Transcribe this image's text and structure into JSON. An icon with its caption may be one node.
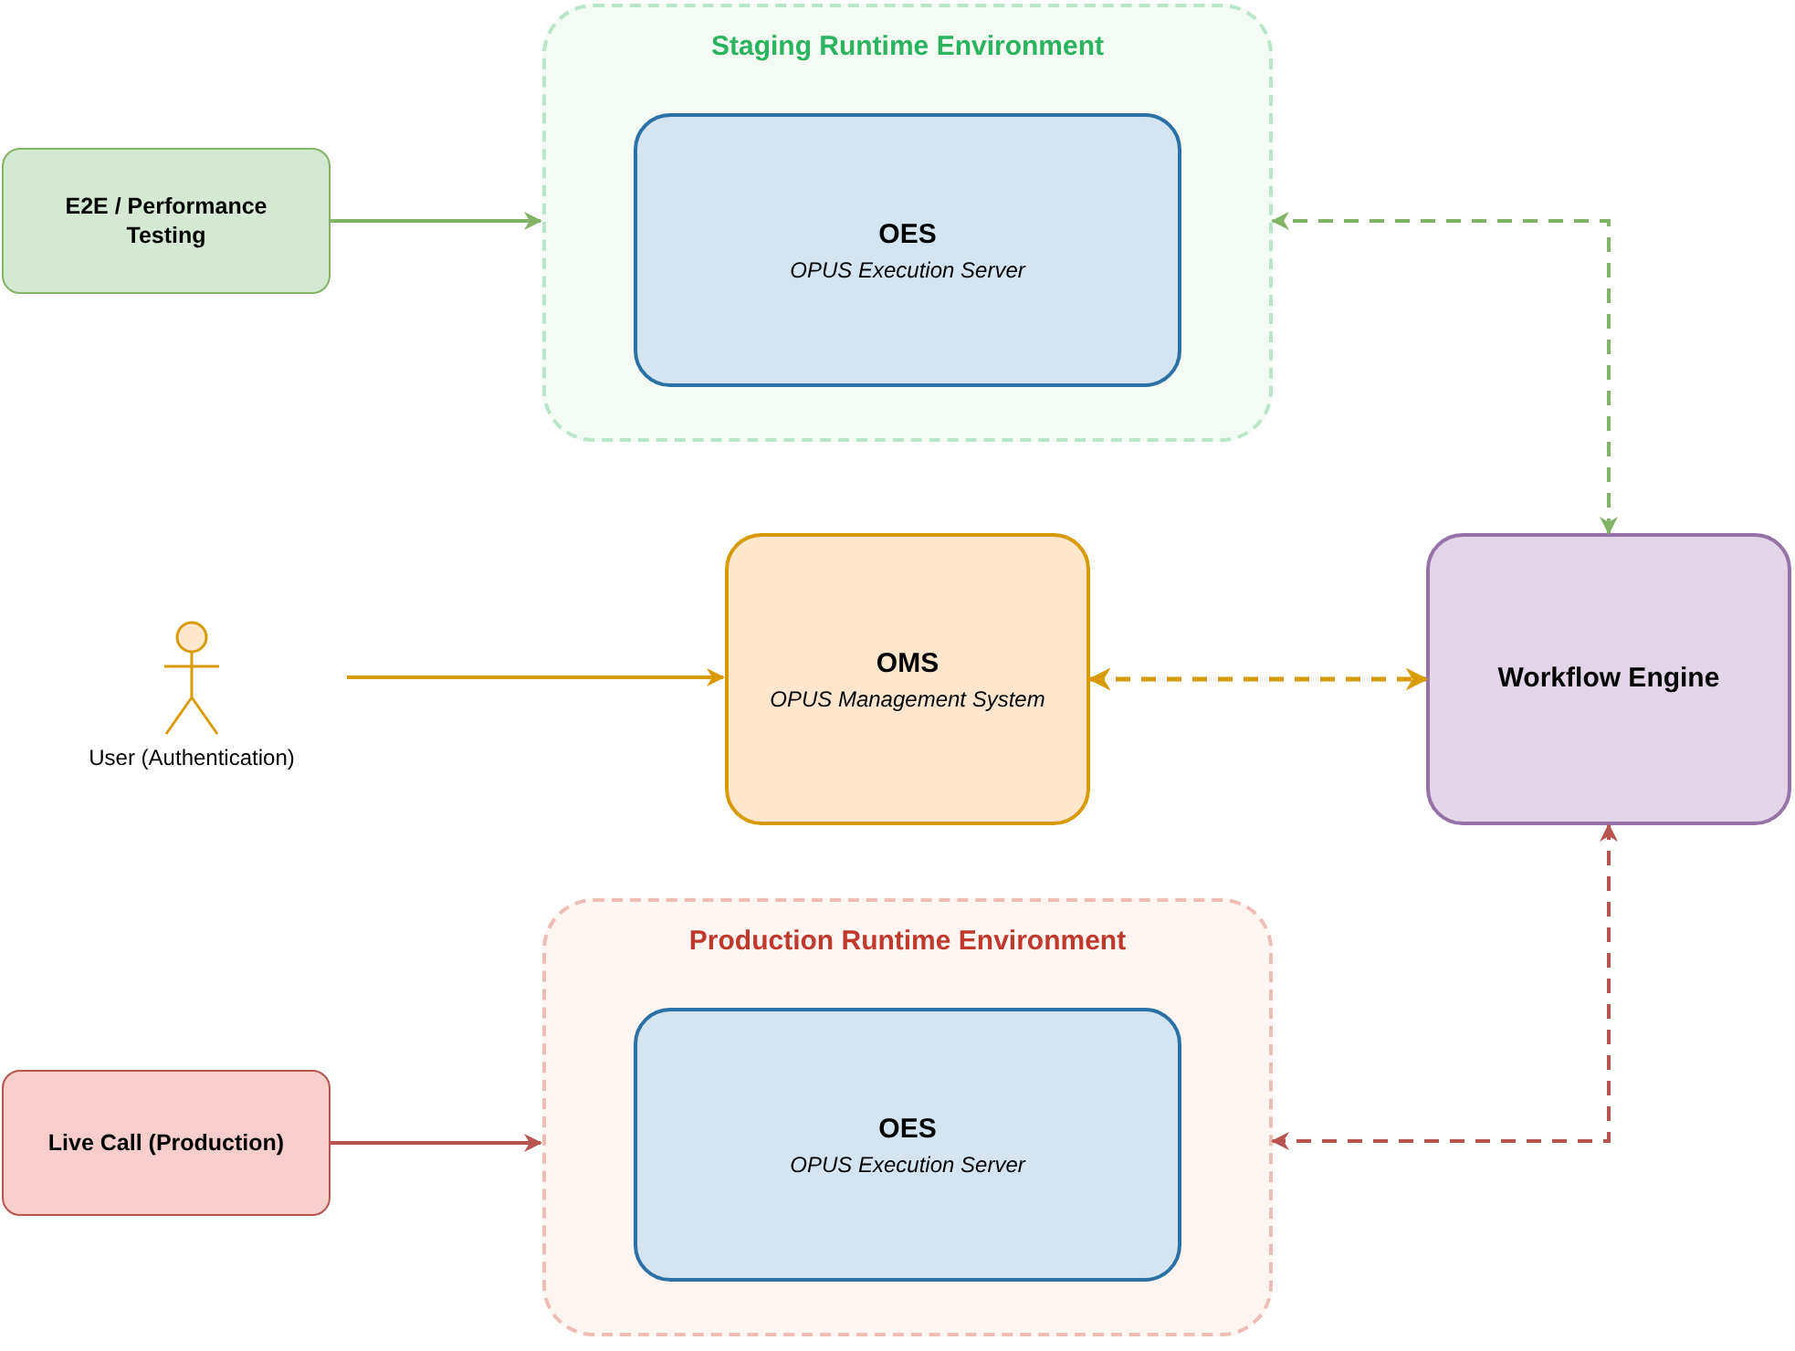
{
  "diagram": {
    "nodes": [
      {
        "text": [
          "Staging Runtime Environment"
        ]
      },
      {
        "text": [
          "OES",
          "OPUS Execution Server"
        ],
        "in": 0
      },
      {
        "text": [
          "E2E / Performance Testing"
        ]
      },
      {
        "text": [
          "User (Authentication)"
        ]
      },
      {
        "text": [
          "OMS",
          "OPUS Management System"
        ]
      },
      {
        "text": [
          "Workflow Engine"
        ]
      },
      {
        "text": [
          "Production Runtime Environment"
        ]
      },
      {
        "text": [
          "OES",
          "OPUS Execution Server"
        ],
        "in": 6
      },
      {
        "text": [
          "Live Call (Production)"
        ]
      }
    ],
    "edges": [
      {
        "from": 2,
        "to": 0,
        "arrow": "to",
        "color": "#82b366"
      },
      {
        "from": 5,
        "to": 0,
        "arrow": "both",
        "style": "dashed",
        "color": "#82b366"
      },
      {
        "from": 3,
        "to": 4,
        "arrow": "to",
        "color": "#d79b00"
      },
      {
        "from": 4,
        "to": 5,
        "arrow": "both",
        "style": "dashed",
        "color": "#d79b00"
      },
      {
        "from": 8,
        "to": 6,
        "arrow": "to",
        "color": "#b85450"
      },
      {
        "from": 5,
        "to": 6,
        "arrow": "both",
        "style": "dashed",
        "color": "#b85450"
      }
    ]
  }
}
